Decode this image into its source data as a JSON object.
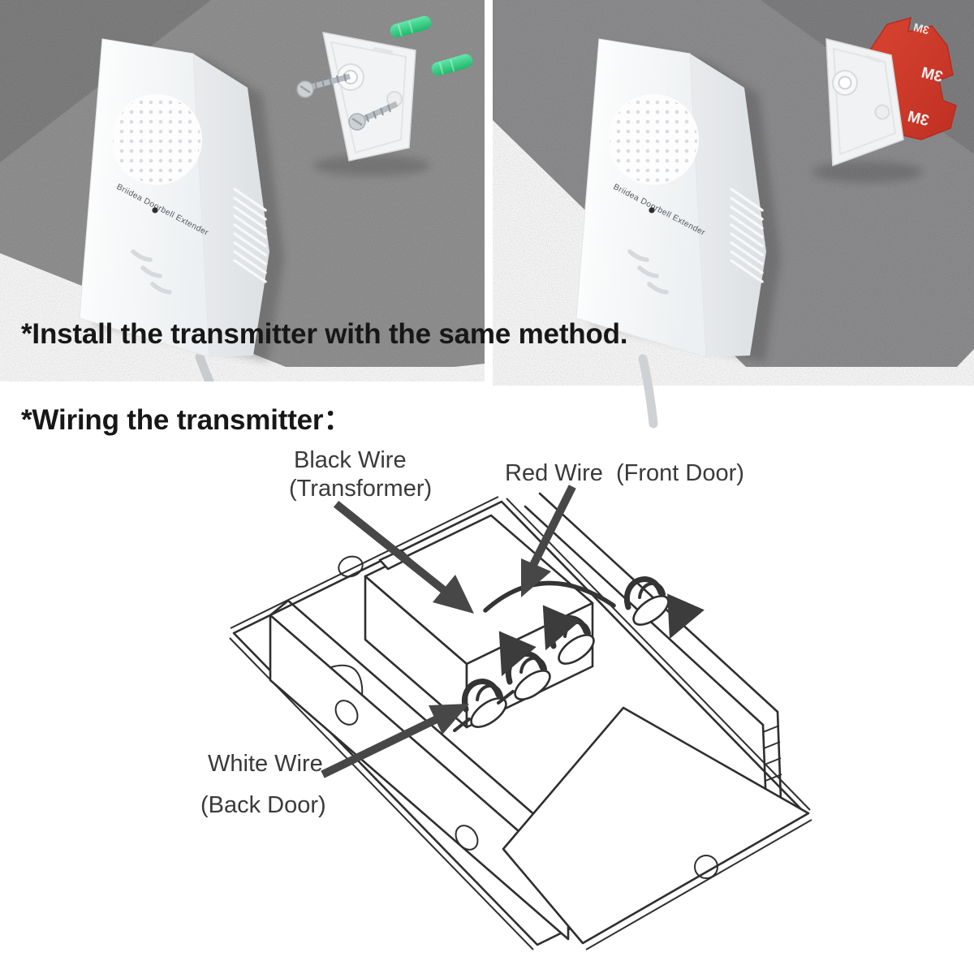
{
  "captions": {
    "install": "*Install the transmitter with the same method.",
    "wiring": "*Wiring the transmitter："
  },
  "photos": {
    "left": {
      "description": "doorbell extender mounted on concrete wall with bracket, screws and wall anchors",
      "device_label": "Briidea Doorbell Extender"
    },
    "right": {
      "description": "doorbell extender mounted on concrete wall with bracket and 3M adhesive pad",
      "device_label": "Briidea Doorbell Extender",
      "adhesive_brand": "3M"
    }
  },
  "diagram": {
    "labels": {
      "black": {
        "line1": "Black Wire",
        "line2": "(Transformer)"
      },
      "red": {
        "line1": "Red Wire  (Front Door)"
      },
      "white": {
        "line1": "White Wire",
        "line2": "(Back Door)"
      }
    }
  },
  "colors": {
    "wall_gray": "#919191",
    "device_white": "#fcfdfe",
    "anchor_green": "#2ec983",
    "adhesive_red": "#cf3b2a",
    "diagram_ink": "#2f2f2f",
    "caption_text": "#171717"
  }
}
